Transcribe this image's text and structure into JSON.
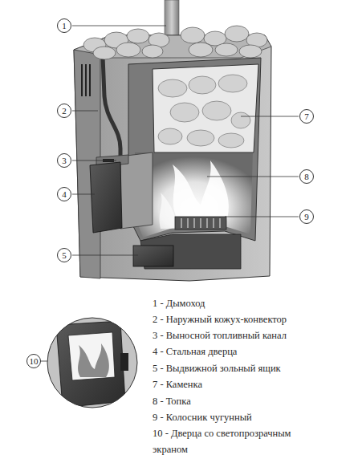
{
  "diagram": {
    "nodes": [
      {
        "text": [
          "1"
        ]
      },
      {
        "text": [
          "2"
        ]
      },
      {
        "text": [
          "7"
        ]
      },
      {
        "text": [
          "3"
        ]
      },
      {
        "text": [
          "8"
        ]
      },
      {
        "text": [
          "4"
        ]
      },
      {
        "text": [
          "9"
        ]
      },
      {
        "text": [
          "5"
        ]
      },
      {
        "text": [
          "10"
        ]
      }
    ],
    "labels": [
      "1 - Дымоход",
      "2 - Наружный кожух-конвектор",
      "3 - Выносной топливный канал",
      "4 - Стальная дверца",
      "5 - Выдвижной зольный ящик",
      "7 - Каменка",
      "8 - Топка",
      "9 - Колосник чугунный",
      "10 - Дверца со светопрозрачным экраном"
    ]
  }
}
